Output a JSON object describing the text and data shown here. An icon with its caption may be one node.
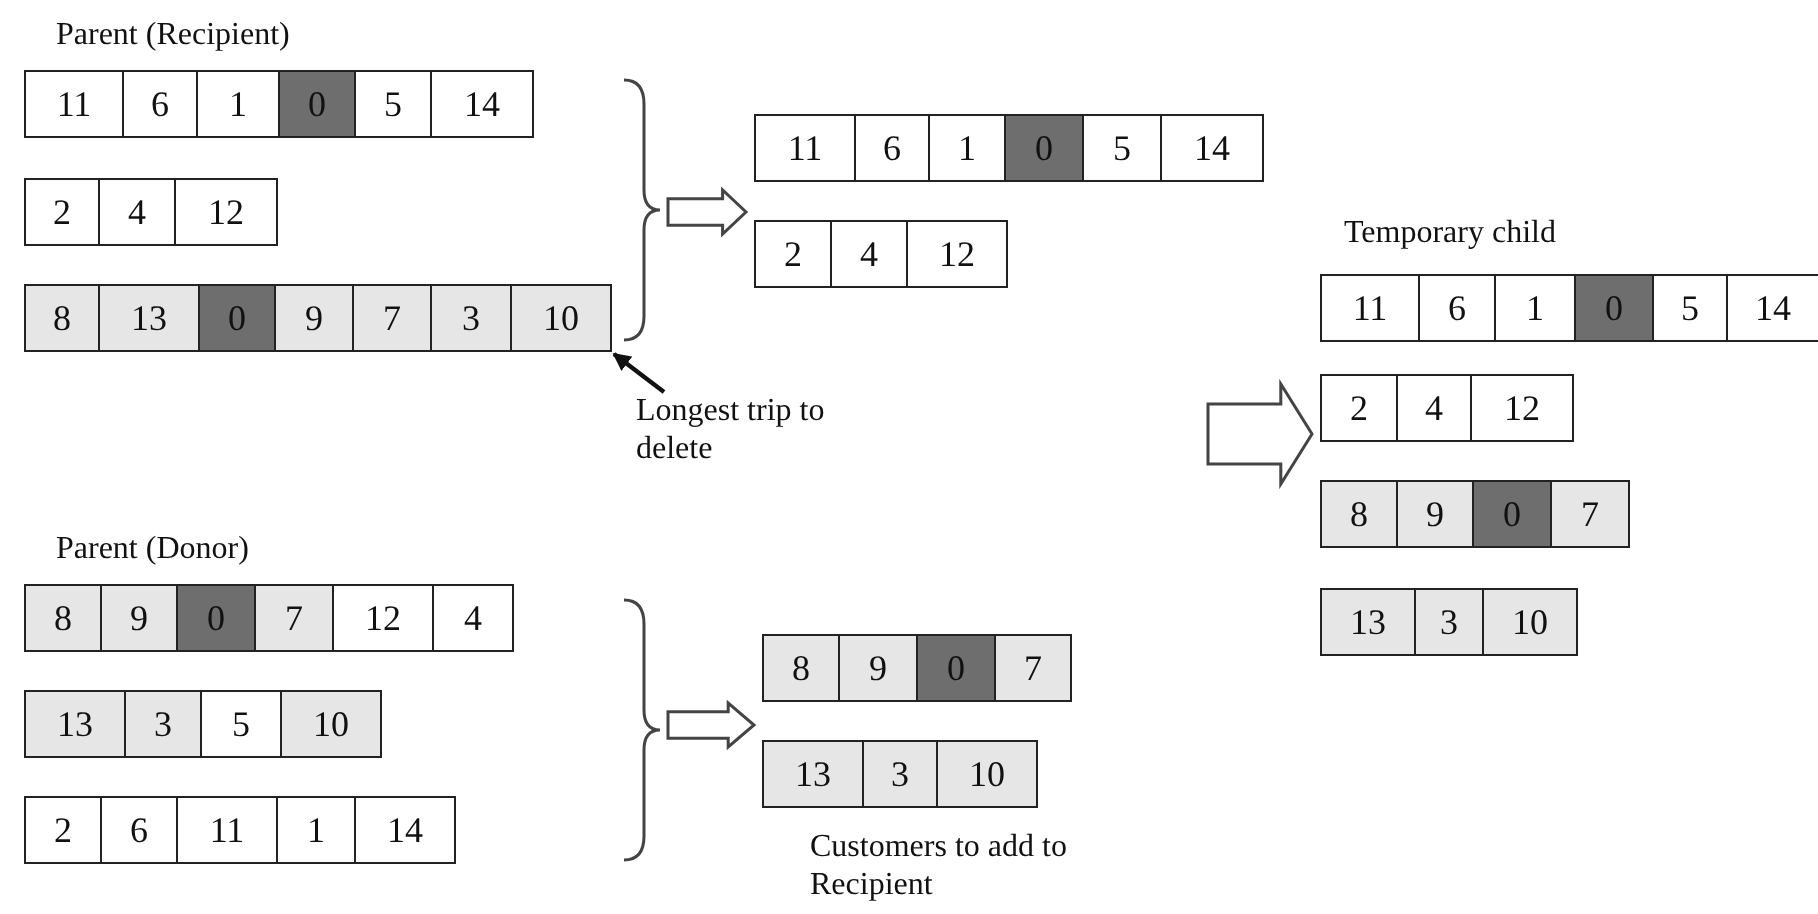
{
  "diagram": {
    "nodes": [
      {
        "text": [],
        "shape": "bracket"
      },
      {
        "text": [
          "11"
        ],
        "in": 0
      },
      {
        "text": [
          "6"
        ],
        "in": 0
      },
      {
        "text": [
          "1"
        ],
        "in": 0
      },
      {
        "text": [
          "0"
        ],
        "in": 0
      },
      {
        "text": [
          "5"
        ],
        "in": 0
      },
      {
        "text": [
          "14"
        ],
        "in": 0
      },
      {
        "text": [
          "2"
        ],
        "in": 0
      },
      {
        "text": [
          "4"
        ],
        "in": 0
      },
      {
        "text": [
          "12"
        ],
        "in": 0
      },
      {
        "text": [
          "8"
        ],
        "in": 0
      },
      {
        "text": [
          "13"
        ],
        "in": 0
      },
      {
        "text": [
          "0"
        ],
        "in": 0
      },
      {
        "text": [
          "9"
        ],
        "in": 0
      },
      {
        "text": [
          "7"
        ],
        "in": 0
      },
      {
        "text": [
          "3"
        ],
        "in": 0
      },
      {
        "text": [
          "10"
        ],
        "in": 0
      },
      {
        "text": [],
        "shape": "stack"
      },
      {
        "text": [
          "11"
        ],
        "in": 17
      },
      {
        "text": [
          "6"
        ],
        "in": 17
      },
      {
        "text": [
          "1"
        ],
        "in": 17
      },
      {
        "text": [
          "0"
        ],
        "in": 17
      },
      {
        "text": [
          "5"
        ],
        "in": 17
      },
      {
        "text": [
          "14"
        ],
        "in": 17
      },
      {
        "text": [
          "2"
        ],
        "in": 17
      },
      {
        "text": [
          "4"
        ],
        "in": 17
      },
      {
        "text": [
          "12"
        ],
        "in": 17
      },
      {
        "text": [
          "Longest trip to delete"
        ]
      },
      {
        "text": [],
        "shape": "stack"
      },
      {
        "text": [
          "11"
        ],
        "in": 28
      },
      {
        "text": [
          "6"
        ],
        "in": 28
      },
      {
        "text": [
          "1"
        ],
        "in": 28
      },
      {
        "text": [
          "0"
        ],
        "in": 28
      },
      {
        "text": [
          "5"
        ],
        "in": 28
      },
      {
        "text": [
          "14"
        ],
        "in": 28
      },
      {
        "text": [
          "2"
        ],
        "in": 28
      },
      {
        "text": [
          "4"
        ],
        "in": 28
      },
      {
        "text": [
          "12"
        ],
        "in": 28
      },
      {
        "text": [
          "8"
        ],
        "in": 28
      },
      {
        "text": [
          "9"
        ],
        "in": 28
      },
      {
        "text": [
          "0"
        ],
        "in": 28
      },
      {
        "text": [
          "7"
        ],
        "in": 28
      },
      {
        "text": [
          "13"
        ],
        "in": 28
      },
      {
        "text": [
          "3"
        ],
        "in": 28
      },
      {
        "text": [
          "10"
        ],
        "in": 28
      },
      {
        "text": [],
        "shape": "bracket"
      },
      {
        "text": [
          "8"
        ],
        "in": 45
      },
      {
        "text": [
          "9"
        ],
        "in": 45
      },
      {
        "text": [
          "0"
        ],
        "in": 45
      },
      {
        "text": [
          "7"
        ],
        "in": 45
      },
      {
        "text": [
          "12"
        ],
        "in": 45
      },
      {
        "text": [
          "4"
        ],
        "in": 45
      },
      {
        "text": [
          "13"
        ],
        "in": 45
      },
      {
        "text": [
          "3"
        ],
        "in": 45
      },
      {
        "text": [
          "5"
        ],
        "in": 45
      },
      {
        "text": [
          "10"
        ],
        "in": 45
      },
      {
        "text": [
          "2"
        ],
        "in": 45
      },
      {
        "text": [
          "6"
        ],
        "in": 45
      },
      {
        "text": [
          "11"
        ],
        "in": 45
      },
      {
        "text": [
          "1"
        ],
        "in": 45
      },
      {
        "text": [
          "14"
        ],
        "in": 45
      },
      {
        "text": [],
        "shape": "stack"
      },
      {
        "text": [
          "8"
        ],
        "in": 61
      },
      {
        "text": [
          "9"
        ],
        "in": 61
      },
      {
        "text": [
          "0"
        ],
        "in": 61
      },
      {
        "text": [
          "7"
        ],
        "in": 61
      },
      {
        "text": [
          "13"
        ],
        "in": 61
      },
      {
        "text": [
          "3"
        ],
        "in": 61
      },
      {
        "text": [
          "10"
        ],
        "in": 61
      }
    ],
    "edges": [
      {
        "from": 27,
        "to": 16,
        "arrow": "to"
      },
      {
        "from": 0,
        "to": 17,
        "arrow": "to"
      },
      {
        "from": 45,
        "to": 61,
        "arrow": "to"
      },
      {
        "from": null,
        "to": 28,
        "arrow": "to"
      }
    ],
    "labels": [
      "Parent (Recipient)",
      "Temporary child",
      "Parent (Donor)",
      "Customers to add to Recipient"
    ]
  }
}
